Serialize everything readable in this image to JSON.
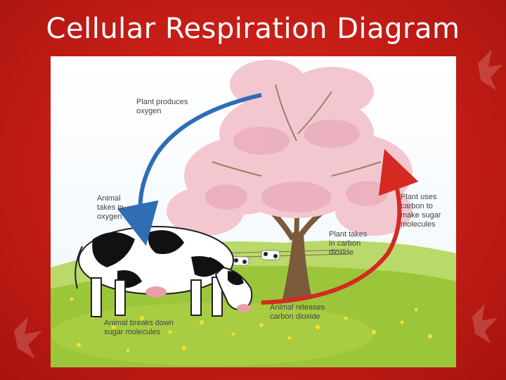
{
  "title": "Cellular Respiration Diagram",
  "labels": {
    "plant_produces_oxygen": [
      "Plant produces",
      "oxygen"
    ],
    "animal_takes_in_oxygen": [
      "Animal",
      "takes in",
      "oxygen"
    ],
    "plant_uses_carbon": [
      "Plant uses",
      "carbon to",
      "make sugar",
      "molecules"
    ],
    "plant_takes_in_co2": [
      "Plant takes",
      "in carbon",
      "dioxide"
    ],
    "animal_releases_co2": [
      "Animal releases",
      "carbon dioxide"
    ],
    "animal_breaks_down_sugar": [
      "Animal breaks down",
      "sugar molecules"
    ]
  },
  "colors": {
    "background": "#c41d16",
    "oxygen_arrow": "#2f6db5",
    "carbon_arrow": "#d42a22",
    "blossom": "#f3c7d0",
    "grass": "#9cc63a"
  }
}
